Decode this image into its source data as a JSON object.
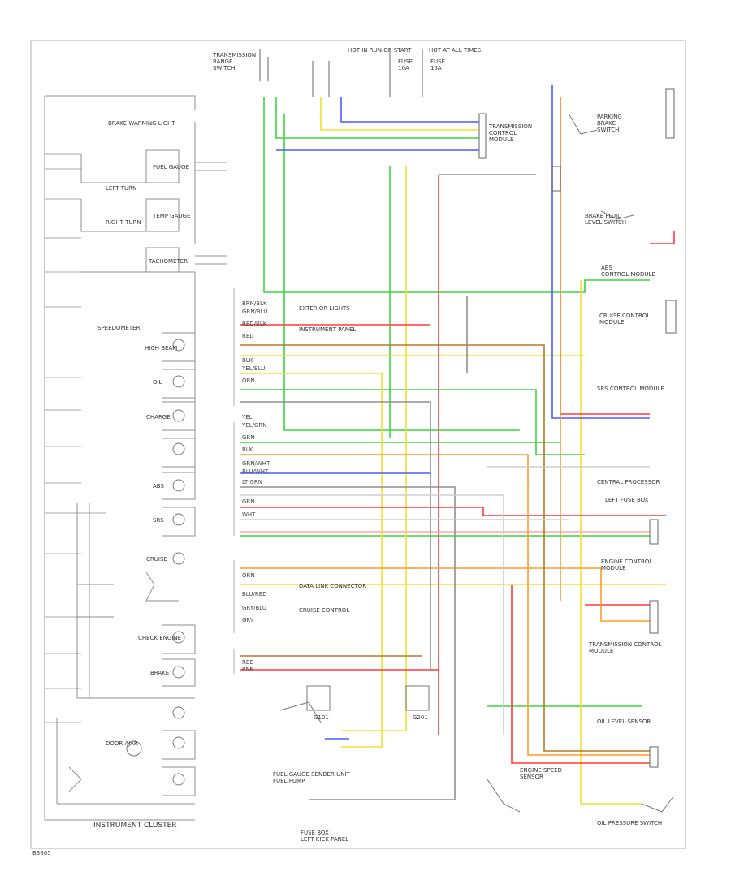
{
  "diagram": {
    "title": "",
    "caption": "INSTRUMENT CLUSTER",
    "sheet_code": "B3865",
    "components": {
      "trans_range_switch": "TRANSMISSION\nRANGE\nSWITCH",
      "hot_in_run": "HOT IN RUN OR START",
      "hot_at_all_times": "HOT AT ALL TIMES",
      "fuse_left": "FUSE\n10A",
      "fuse_right": "FUSE\n15A",
      "trans_control_module": "TRANSMISSION\nCONTROL\nMODULE",
      "park_brake_switch": "PARKING\nBRAKE\nSWITCH",
      "brake_fluid_switch": "BRAKE FLUID\nLEVEL SWITCH",
      "abs_module": "ABS\nCONTROL MODULE",
      "cruise_module": "CRUISE CONTROL\nMODULE",
      "srs_module": "SRS CONTROL MODULE",
      "central_processor": "CENTRAL PROCESSOR",
      "left_fuse_box": "LEFT FUSE BOX",
      "engine_control_module": "ENGINE CONTROL\nMODULE",
      "trans_control_module_2": "TRANSMISSION CONTROL\nMODULE",
      "oil_level_sensor": "OIL LEVEL SENSOR",
      "engine_speed_sensor": "ENGINE SPEED\nSENSOR",
      "oil_pressure_switch": "OIL PRESSURE SWITCH",
      "fuel_gauge_sender": "FUEL GAUGE SENDER UNIT\nFUEL PUMP",
      "fuse_box_bottom": "FUSE BOX\nLEFT KICK PANEL",
      "ground_g101": "G101",
      "ground_g201": "G201"
    },
    "cluster_items": [
      "BRAKE WARNING LIGHT",
      "FUEL GAUGE",
      "TEMP GAUGE",
      "LEFT TURN",
      "RIGHT TURN",
      "TACHOMETER",
      "SPEEDOMETER",
      "HIGH BEAM",
      "OIL",
      "CHARGE",
      "ABS",
      "SRS",
      "CRUISE",
      "CHECK ENGINE",
      "BRAKE",
      "DOOR AJAR"
    ],
    "connector_rows": [
      "BRN/BLK",
      "GRN/BLU",
      "RED/BLK",
      "RED",
      "BLK",
      "YEL/BLU",
      "ORN",
      "YEL",
      "YEL/GRN",
      "GRN",
      "BLK",
      "GRN/WHT",
      "BLU/WHT",
      "LT GRN",
      "GRN",
      "WHT",
      "ORN",
      "GRY/BLU",
      "RED",
      "PNK",
      "GRY",
      "BLU/RED"
    ],
    "annotations": [
      "EXTERIOR LIGHTS",
      "INSTRUMENT PANEL",
      "DATA LINK CONNECTOR",
      "CRUISE CONTROL"
    ]
  },
  "colors": {
    "frame": "#bdbdbd",
    "green": "#3fd43f",
    "yellow": "#f0e030",
    "blue": "#4a5cff",
    "red": "#ff3a3a",
    "orange": "#ff9a2a",
    "brown": "#b07a20",
    "gray": "#8f8f8f",
    "light_gray": "#cfcfcf",
    "dark": "#555555"
  }
}
